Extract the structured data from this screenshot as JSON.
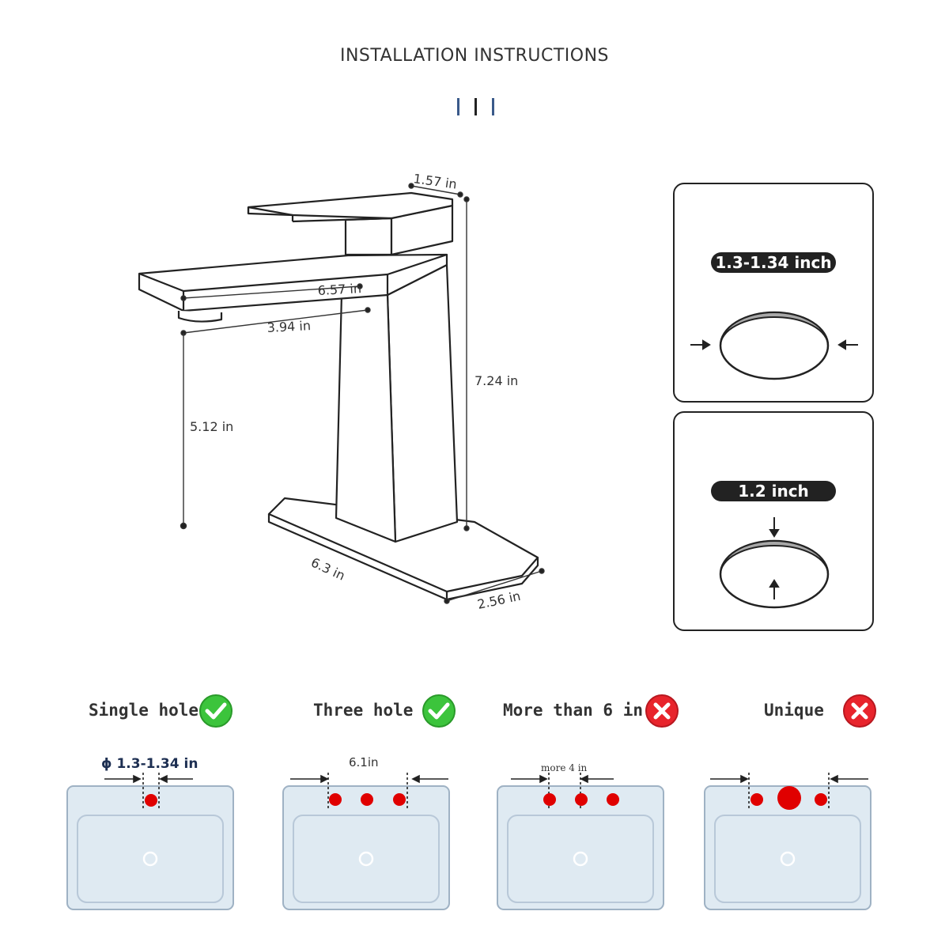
{
  "header": {
    "title": "INSTALLATION INSTRUCTIONS"
  },
  "faucet_dimensions": {
    "handle_width": "1.57 in",
    "spout_length": "6.57 in",
    "spout_reach": "3.94 in",
    "total_height": "7.24 in",
    "spout_height": "5.12 in",
    "deck_length": "6.3 in",
    "deck_width": "2.56 in"
  },
  "hole_cards": [
    {
      "label": "1.3-1.34 inch"
    },
    {
      "label": "1.2 inch"
    }
  ],
  "options": [
    {
      "label": "Single hole",
      "status": "check-icon",
      "note": "ϕ 1.3-1.34 in"
    },
    {
      "label": "Three hole",
      "status": "check-icon",
      "note": "6.1in"
    },
    {
      "label": "More than 6 in",
      "status": "cross-icon",
      "note": "more 4 in"
    },
    {
      "label": "Unique",
      "status": "cross-icon",
      "note": ""
    }
  ],
  "colors": {
    "ok_green": "#3cc43c",
    "bad_red": "#e8242c",
    "hole_red": "#e00000",
    "basin_fill": "#dfeaf2",
    "basin_stroke": "#c0d0de"
  }
}
